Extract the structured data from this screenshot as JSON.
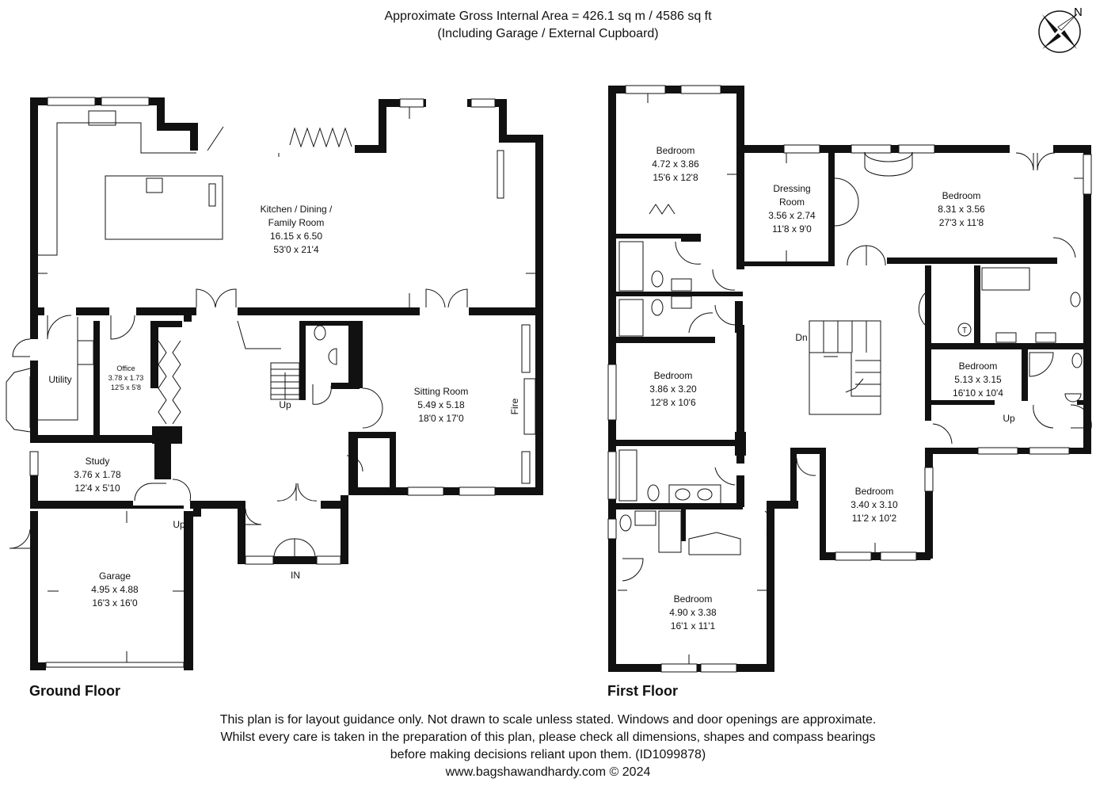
{
  "header": {
    "line1": "Approximate Gross Internal Area = 426.1 sq m / 4586 sq ft",
    "line2": "(Including Garage / External Cupboard)"
  },
  "compass": {
    "label": "N"
  },
  "ground_floor": {
    "title": "Ground Floor",
    "rooms": {
      "kitchen": {
        "name1": "Kitchen / Dining /",
        "name2": "Family Room",
        "metric": "16.15 x 6.50",
        "imperial": "53'0 x 21'4"
      },
      "utility": {
        "name": "Utility"
      },
      "office": {
        "name": "Office",
        "metric": "3.78 x 1.73",
        "imperial": "12'5 x 5'8"
      },
      "sitting": {
        "name": "Sitting Room",
        "metric": "5.49 x 5.18",
        "imperial": "18'0 x 17'0"
      },
      "study": {
        "name": "Study",
        "metric": "3.76 x 1.78",
        "imperial": "12'4 x 5'10"
      },
      "garage": {
        "name": "Garage",
        "metric": "4.95 x 4.88",
        "imperial": "16'3 x 16'0"
      }
    },
    "fire": "Fire",
    "up_stairs": "Up",
    "up_garage": "Up",
    "entrance": "IN"
  },
  "first_floor": {
    "title": "First Floor",
    "rooms": {
      "bed1": {
        "name": "Bedroom",
        "metric": "4.72 x 3.86",
        "imperial": "15'6 x 12'8"
      },
      "dressing": {
        "name1": "Dressing",
        "name2": "Room",
        "metric": "3.56 x 2.74",
        "imperial": "11'8 x 9'0"
      },
      "bed2": {
        "name": "Bedroom",
        "metric": "8.31 x 3.56",
        "imperial": "27'3 x 11'8"
      },
      "bed3": {
        "name": "Bedroom",
        "metric": "3.86 x 3.20",
        "imperial": "12'8 x 10'6"
      },
      "bed4": {
        "name": "Bedroom",
        "metric": "5.13 x 3.15",
        "imperial": "16'10 x 10'4"
      },
      "bed5": {
        "name": "Bedroom",
        "metric": "3.40 x 3.10",
        "imperial": "11'2 x 10'2"
      },
      "bed6": {
        "name": "Bedroom",
        "metric": "4.90 x 3.38",
        "imperial": "16'1 x 11'1"
      }
    },
    "down": "Dn",
    "up": "Up",
    "tank": "T"
  },
  "disclaimer": {
    "line1": "This plan is for layout guidance only. Not drawn to scale unless stated. Windows and door openings are approximate.",
    "line2": "Whilst every care is taken in the preparation of this plan, please check all dimensions, shapes and compass bearings",
    "line3": "before making decisions reliant upon them. (ID1099878)",
    "line4": "www.bagshawandhardy.com © 2024"
  }
}
